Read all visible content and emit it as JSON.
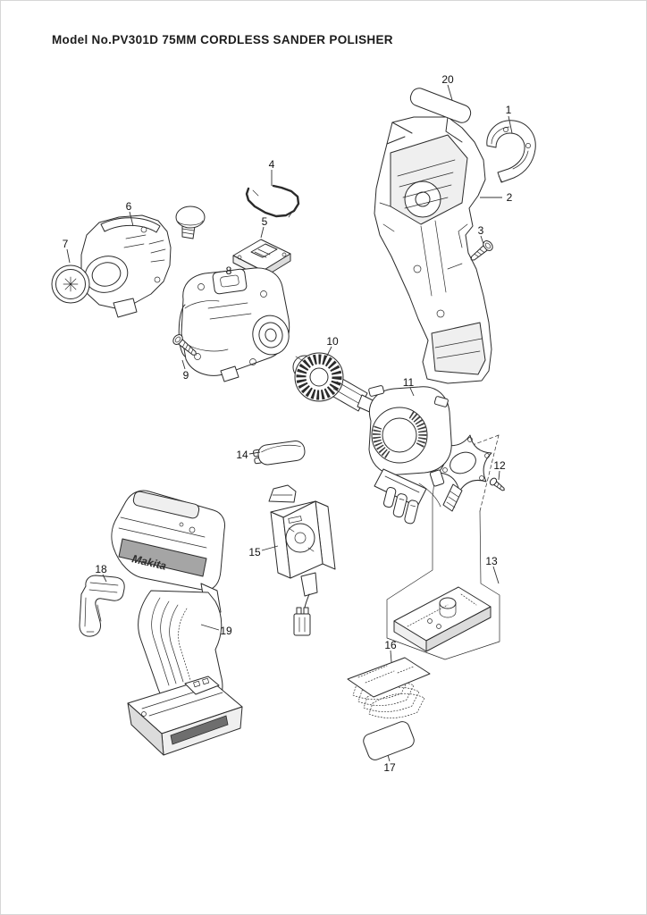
{
  "title": "Model No.PV301D 75MM CORDLESS SANDER POLISHER",
  "brand_logo_text": "Makita",
  "colors": {
    "ink": "#2b2b2b",
    "paper": "#ffffff",
    "shade_gray": "#a5a5a5"
  },
  "callouts": [
    {
      "number": "1"
    },
    {
      "number": "2"
    },
    {
      "number": "3"
    },
    {
      "number": "4"
    },
    {
      "number": "5"
    },
    {
      "number": "6"
    },
    {
      "number": "7"
    },
    {
      "number": "8"
    },
    {
      "number": "9"
    },
    {
      "number": "10"
    },
    {
      "number": "11"
    },
    {
      "number": "12"
    },
    {
      "number": "13"
    },
    {
      "number": "14"
    },
    {
      "number": "15"
    },
    {
      "number": "16"
    },
    {
      "number": "17"
    },
    {
      "number": "18"
    },
    {
      "number": "19"
    },
    {
      "number": "20"
    }
  ]
}
